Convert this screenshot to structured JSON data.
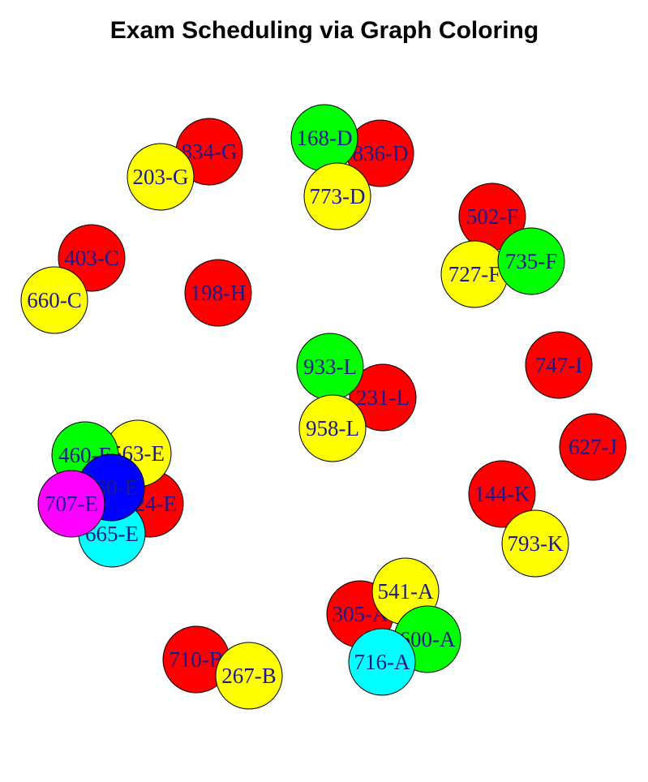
{
  "title": "Exam Scheduling via Graph Coloring",
  "colors": {
    "red": "#ff0000",
    "yellow": "#ffff00",
    "green": "#00ff00",
    "blue": "#0000ff",
    "magenta": "#ff00ff",
    "cyan": "#00ffff",
    "label": "#1a1a8c"
  },
  "nodes": [
    {
      "id": "834-G",
      "color": "red"
    },
    {
      "id": "203-G",
      "color": "yellow"
    },
    {
      "id": "836-D",
      "color": "red"
    },
    {
      "id": "168-D",
      "color": "green"
    },
    {
      "id": "773-D",
      "color": "yellow"
    },
    {
      "id": "502-F",
      "color": "red"
    },
    {
      "id": "727-F",
      "color": "yellow"
    },
    {
      "id": "735-F",
      "color": "green"
    },
    {
      "id": "403-C",
      "color": "red"
    },
    {
      "id": "660-C",
      "color": "yellow"
    },
    {
      "id": "198-H",
      "color": "red"
    },
    {
      "id": "747-I",
      "color": "red"
    },
    {
      "id": "231-L",
      "color": "red"
    },
    {
      "id": "933-L",
      "color": "green"
    },
    {
      "id": "958-L",
      "color": "yellow"
    },
    {
      "id": "627-J",
      "color": "red"
    },
    {
      "id": "524-E",
      "color": "red"
    },
    {
      "id": "563-E",
      "color": "yellow"
    },
    {
      "id": "460-E",
      "color": "green"
    },
    {
      "id": "665-E",
      "color": "cyan"
    },
    {
      "id": "860-E",
      "color": "blue"
    },
    {
      "id": "707-E",
      "color": "magenta"
    },
    {
      "id": "144-K",
      "color": "red"
    },
    {
      "id": "793-K",
      "color": "yellow"
    },
    {
      "id": "305-A",
      "color": "red"
    },
    {
      "id": "541-A",
      "color": "yellow"
    },
    {
      "id": "600-A",
      "color": "green"
    },
    {
      "id": "716-A",
      "color": "cyan"
    },
    {
      "id": "710-B",
      "color": "red"
    },
    {
      "id": "267-B",
      "color": "yellow"
    }
  ]
}
